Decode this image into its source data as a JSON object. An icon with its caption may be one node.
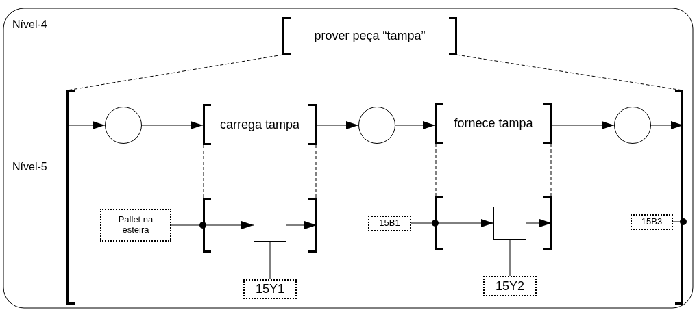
{
  "diagram": {
    "nodes": [
      {
        "text": [
          "prover peça “tampa”"
        ]
      },
      {
        "text": [],
        "shape": "bracket"
      },
      {
        "text": [],
        "shape": "circle",
        "in": 1
      },
      {
        "text": [
          "carrega tampa"
        ],
        "in": 1
      },
      {
        "text": [],
        "shape": "circle",
        "in": 1
      },
      {
        "text": [
          "fornece tampa"
        ],
        "in": 1
      },
      {
        "text": [],
        "shape": "circle",
        "in": 1
      },
      {
        "text": [
          "Pallet na esteira"
        ],
        "in": 1
      },
      {
        "text": [],
        "shape": "bracket",
        "in": 1
      },
      {
        "text": [],
        "shape": "box",
        "in": 8
      },
      {
        "text": [
          "15B1"
        ],
        "in": 1
      },
      {
        "text": [],
        "shape": "bracket",
        "in": 1
      },
      {
        "text": [],
        "shape": "box",
        "in": 11
      },
      {
        "text": [
          "15B3"
        ],
        "in": 1
      },
      {
        "text": [
          "15Y1"
        ],
        "in": 1
      },
      {
        "text": [
          "15Y2"
        ],
        "in": 1
      }
    ],
    "edges": [
      {
        "from": 1,
        "to": 2,
        "arrow": "to"
      },
      {
        "from": 2,
        "to": 3,
        "arrow": "to"
      },
      {
        "from": 3,
        "to": 4,
        "arrow": "to"
      },
      {
        "from": 4,
        "to": 5,
        "arrow": "to"
      },
      {
        "from": 5,
        "to": 6,
        "arrow": "to"
      },
      {
        "from": 6,
        "to": 1,
        "arrow": "to"
      },
      {
        "from": 0,
        "to": 1,
        "arrow": "none",
        "style": "dashed"
      },
      {
        "from": 0,
        "to": 1,
        "arrow": "none",
        "style": "dashed"
      },
      {
        "from": 3,
        "to": 8,
        "arrow": "none",
        "style": "dashed"
      },
      {
        "from": 3,
        "to": 8,
        "arrow": "none",
        "style": "dashed"
      },
      {
        "from": 5,
        "to": 11,
        "arrow": "none",
        "style": "dashed"
      },
      {
        "from": 5,
        "to": 11,
        "arrow": "none",
        "style": "dashed"
      },
      {
        "from": 7,
        "to": 8,
        "arrow": "other"
      },
      {
        "from": 8,
        "to": 9,
        "arrow": "to"
      },
      {
        "from": 9,
        "to": 8,
        "arrow": "to"
      },
      {
        "from": 9,
        "to": 14,
        "arrow": "none"
      },
      {
        "from": 10,
        "to": 11,
        "arrow": "other"
      },
      {
        "from": 11,
        "to": 12,
        "arrow": "to"
      },
      {
        "from": 12,
        "to": 11,
        "arrow": "to"
      },
      {
        "from": 12,
        "to": 15,
        "arrow": "none"
      },
      {
        "from": 13,
        "to": 1,
        "arrow": "other"
      }
    ],
    "labels": [
      "Nível-4",
      "Nível-5"
    ]
  }
}
